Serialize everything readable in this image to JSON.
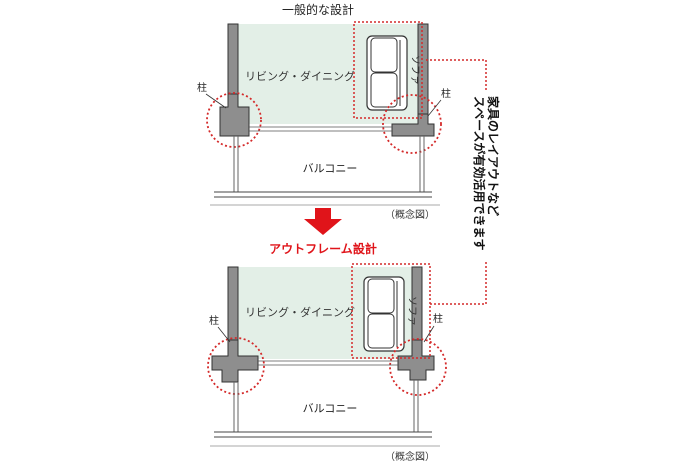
{
  "top": {
    "title": "一般的な設計",
    "room_label": "リビング・ダイニング",
    "sofa_label": "ソファ",
    "pillar_label_left": "柱",
    "pillar_label_right": "柱",
    "balcony_label": "バルコニー",
    "note": "（概念図）"
  },
  "arrow": {
    "color": "#e0141a"
  },
  "bottom": {
    "title": "アウトフレーム設計",
    "title_color": "#e0141a",
    "room_label": "リビング・ダイニング",
    "sofa_label": "ソファ",
    "pillar_label_left": "柱",
    "pillar_label_right": "柱",
    "balcony_label": "バルコニー",
    "note": "（概念図）"
  },
  "callout": {
    "lines": [
      "家具のレイアウトなど",
      "スペースが有効活用できます"
    ]
  },
  "colors": {
    "room_fill": "#e3efe7",
    "pillar_fill": "#8e8e8e",
    "outline": "#333333",
    "highlight": "#d42a2a"
  }
}
